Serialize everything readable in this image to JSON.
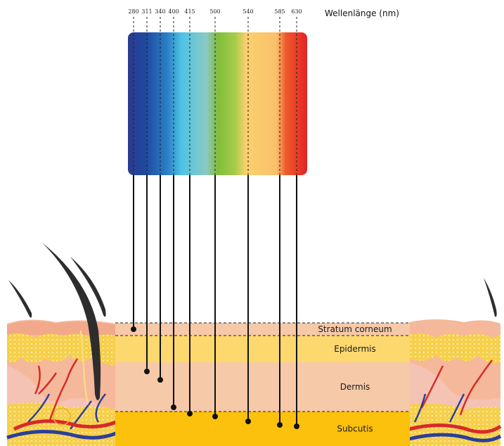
{
  "axis_title": "Wellenlänge (nm)",
  "wavelengths": [
    {
      "nm": 280,
      "label": "280",
      "layer": "stratum_corneum"
    },
    {
      "nm": 311,
      "label": "311",
      "layer": "dermis"
    },
    {
      "nm": 340,
      "label": "340",
      "layer": "dermis"
    },
    {
      "nm": 400,
      "label": "400",
      "layer": "dermis"
    },
    {
      "nm": 415,
      "label": "415",
      "layer": "subcutis"
    },
    {
      "nm": 500,
      "label": "500",
      "layer": "subcutis"
    },
    {
      "nm": 540,
      "label": "540",
      "layer": "subcutis"
    },
    {
      "nm": 585,
      "label": "585",
      "layer": "subcutis"
    },
    {
      "nm": 630,
      "label": "630",
      "layer": "subcutis"
    }
  ],
  "layers": [
    {
      "key": "stratum_corneum",
      "label": "Stratum corneum",
      "color": "#f6c9a8"
    },
    {
      "key": "epidermis",
      "label": "Epidermis",
      "color": "#fdd86e"
    },
    {
      "key": "dermis",
      "label": "Dermis",
      "color": "#f6c9a8"
    },
    {
      "key": "subcutis",
      "label": "Subcutis",
      "color": "#fcc10c"
    }
  ],
  "spectrum_colors": [
    "#2b3a8f",
    "#1e4aa0",
    "#2a80c5",
    "#4ec3e6",
    "#8cc9c2",
    "#7fbd3c",
    "#a8cc4a",
    "#fbd06e",
    "#f9c06b",
    "#ef5a2c",
    "#e22424"
  ]
}
